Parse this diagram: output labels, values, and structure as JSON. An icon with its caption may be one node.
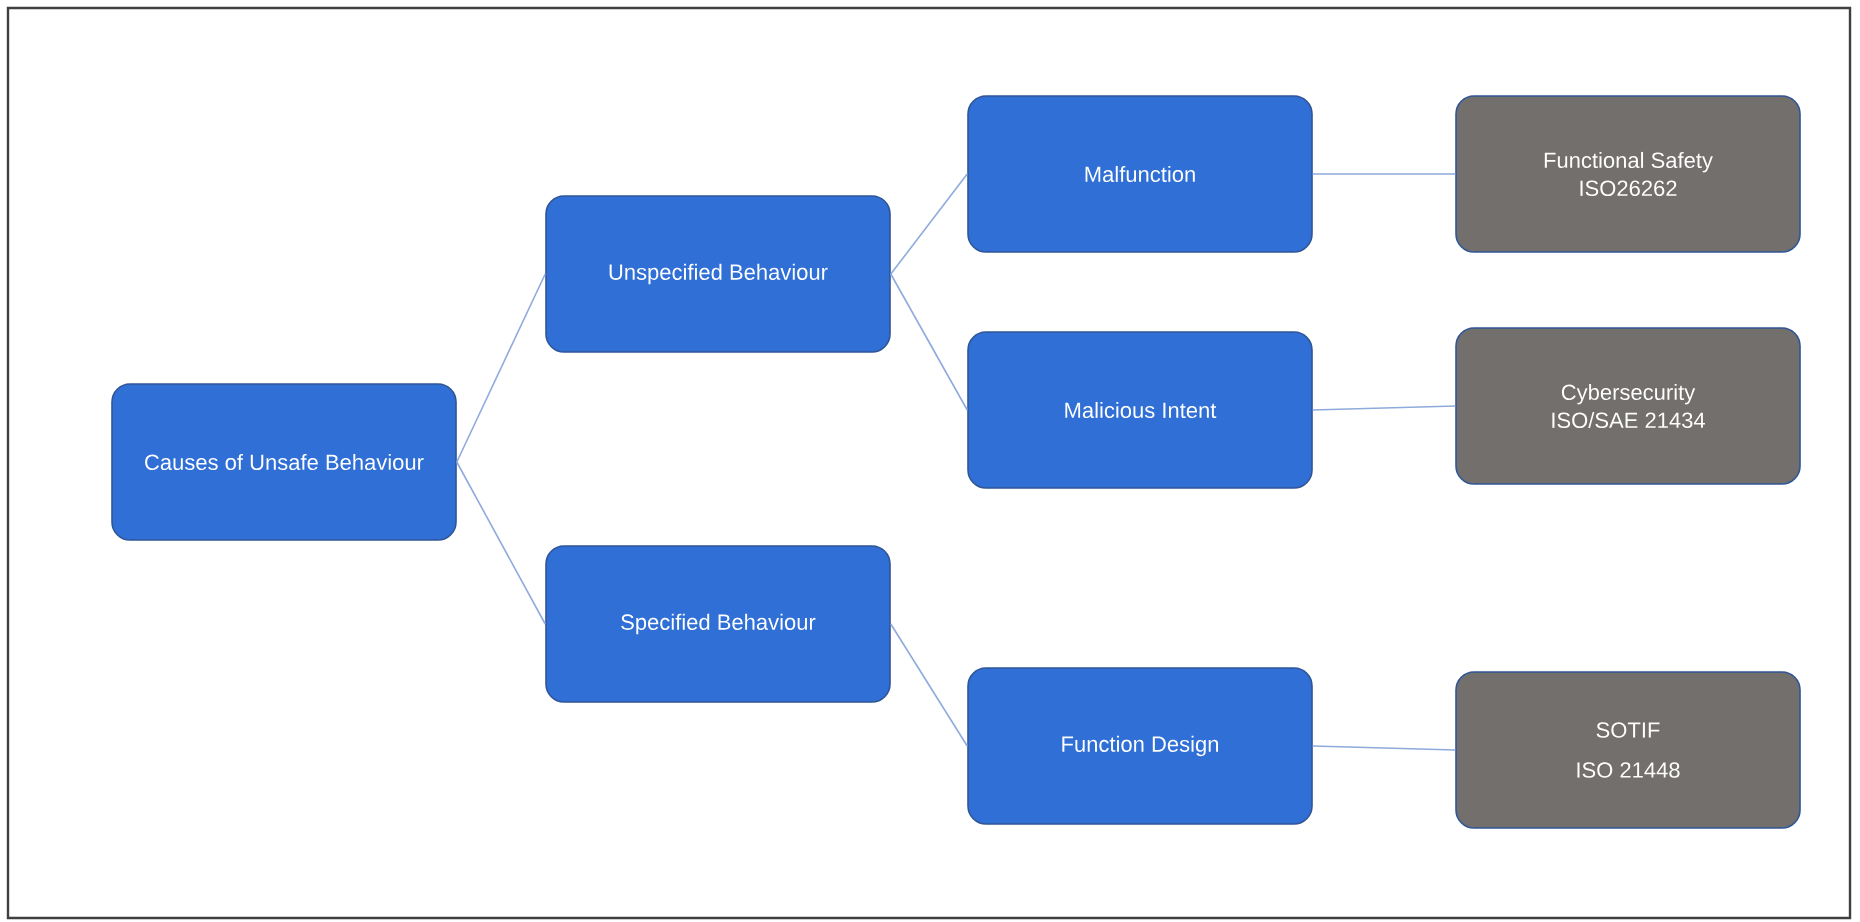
{
  "diagram": {
    "nodes": [
      {
        "text": [
          "Causes of Unsafe Behaviour"
        ]
      },
      {
        "text": [
          "Unspecified Behaviour"
        ]
      },
      {
        "text": [
          "Specified Behaviour"
        ]
      },
      {
        "text": [
          "Malfunction"
        ]
      },
      {
        "text": [
          "Malicious Intent"
        ]
      },
      {
        "text": [
          "Function Design"
        ]
      },
      {
        "text": [
          "Functional Safety",
          "ISO26262"
        ]
      },
      {
        "text": [
          "Cybersecurity",
          "ISO/SAE 21434"
        ]
      },
      {
        "text": [
          "SOTIF",
          "ISO 21448"
        ]
      }
    ],
    "edges": [
      {
        "from": 0,
        "to": 1,
        "arrow": "none"
      },
      {
        "from": 0,
        "to": 2,
        "arrow": "none"
      },
      {
        "from": 1,
        "to": 3,
        "arrow": "none"
      },
      {
        "from": 1,
        "to": 4,
        "arrow": "none"
      },
      {
        "from": 2,
        "to": 5,
        "arrow": "none"
      },
      {
        "from": 3,
        "to": 6,
        "arrow": "none"
      },
      {
        "from": 4,
        "to": 7,
        "arrow": "none"
      },
      {
        "from": 5,
        "to": 8,
        "arrow": "none"
      }
    ]
  }
}
